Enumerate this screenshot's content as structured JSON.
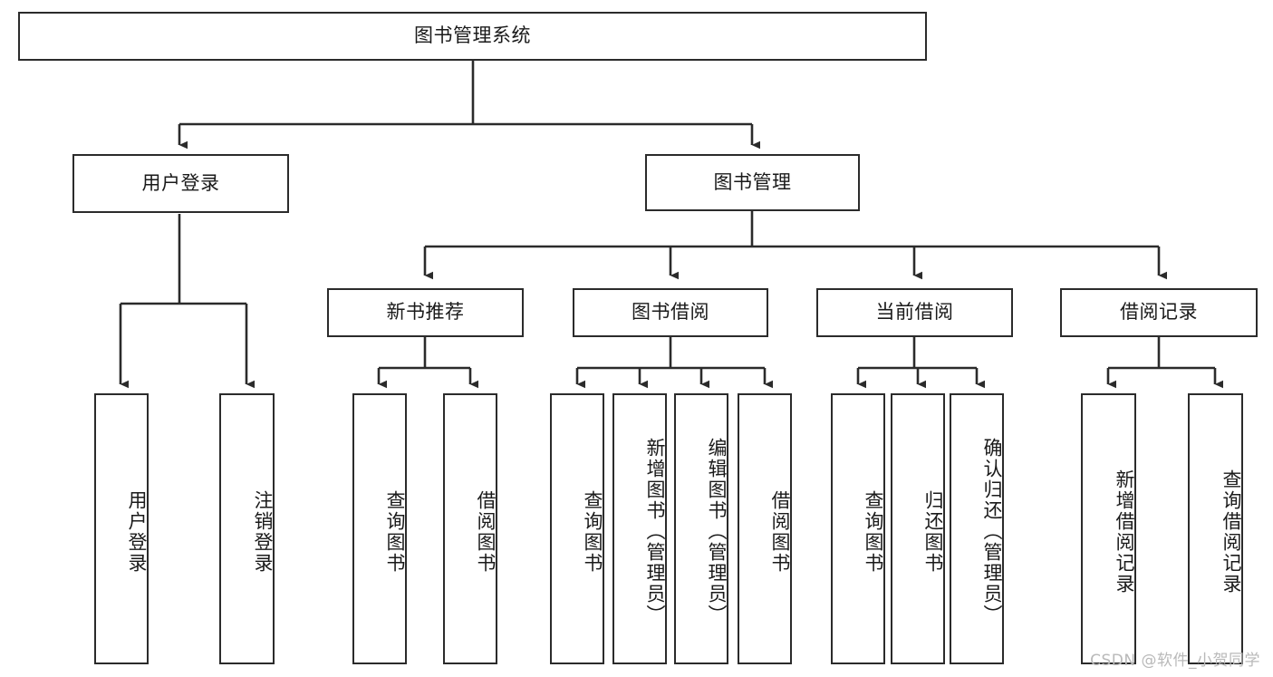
{
  "diagram": {
    "title": "图书管理系统",
    "type": "hierarchy-tree",
    "root": {
      "label": "图书管理系统",
      "orientation": "horizontal"
    },
    "level2": [
      {
        "label": "用户登录",
        "orientation": "horizontal"
      },
      {
        "label": "图书管理",
        "orientation": "horizontal"
      }
    ],
    "level3": [
      {
        "label": "新书推荐",
        "orientation": "horizontal"
      },
      {
        "label": "图书借阅",
        "orientation": "horizontal"
      },
      {
        "label": "当前借阅",
        "orientation": "horizontal"
      },
      {
        "label": "借阅记录",
        "orientation": "horizontal"
      }
    ],
    "leaves": [
      {
        "label": "用户登录",
        "orientation": "vertical",
        "parent": "用户登录"
      },
      {
        "label": "注销登录",
        "orientation": "vertical",
        "parent": "用户登录"
      },
      {
        "label": "查询图书",
        "orientation": "vertical",
        "parent": "新书推荐"
      },
      {
        "label": "借阅图书",
        "orientation": "vertical",
        "parent": "新书推荐"
      },
      {
        "label": "查询图书",
        "orientation": "vertical",
        "parent": "图书借阅"
      },
      {
        "label": "新增图书（管理员）",
        "orientation": "vertical",
        "parent": "图书借阅"
      },
      {
        "label": "编辑图书（管理员）",
        "orientation": "vertical",
        "parent": "图书借阅"
      },
      {
        "label": "借阅图书",
        "orientation": "vertical",
        "parent": "图书借阅"
      },
      {
        "label": "查询图书",
        "orientation": "vertical",
        "parent": "当前借阅"
      },
      {
        "label": "归还图书",
        "orientation": "vertical",
        "parent": "当前借阅"
      },
      {
        "label": "确认归还（管理员）",
        "orientation": "vertical",
        "parent": "当前借阅"
      },
      {
        "label": "新增借阅记录",
        "orientation": "vertical",
        "parent": "借阅记录"
      },
      {
        "label": "查询借阅记录",
        "orientation": "vertical",
        "parent": "借阅记录"
      }
    ],
    "colors": {
      "stroke": "#2b2b2b",
      "fill": "#ffffff",
      "text": "#1a1a1a",
      "watermark": "#b9b9b9"
    }
  },
  "watermark": {
    "text": "CSDN @软件_小贺同学"
  }
}
